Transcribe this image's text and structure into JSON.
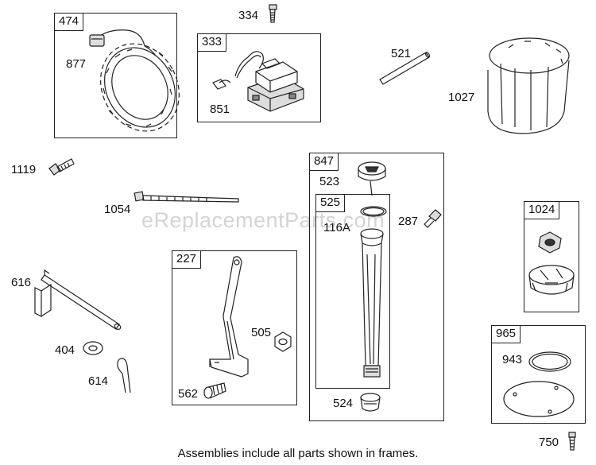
{
  "watermark": "eReplacementParts.com",
  "footer": "Assemblies include all parts shown in frames.",
  "frames": {
    "f474": "474",
    "f333": "333",
    "f847": "847",
    "f525": "525",
    "f227": "227",
    "f1024": "1024",
    "f965": "965"
  },
  "labels": {
    "p877": "877",
    "p334": "334",
    "p851": "851",
    "p521": "521",
    "p1027": "1027",
    "p1119": "1119",
    "p1054": "1054",
    "p523": "523",
    "p116a": "116A",
    "p287": "287",
    "p616": "616",
    "p404": "404",
    "p614": "614",
    "p505": "505",
    "p562": "562",
    "p524": "524",
    "p943": "943",
    "p750": "750"
  }
}
